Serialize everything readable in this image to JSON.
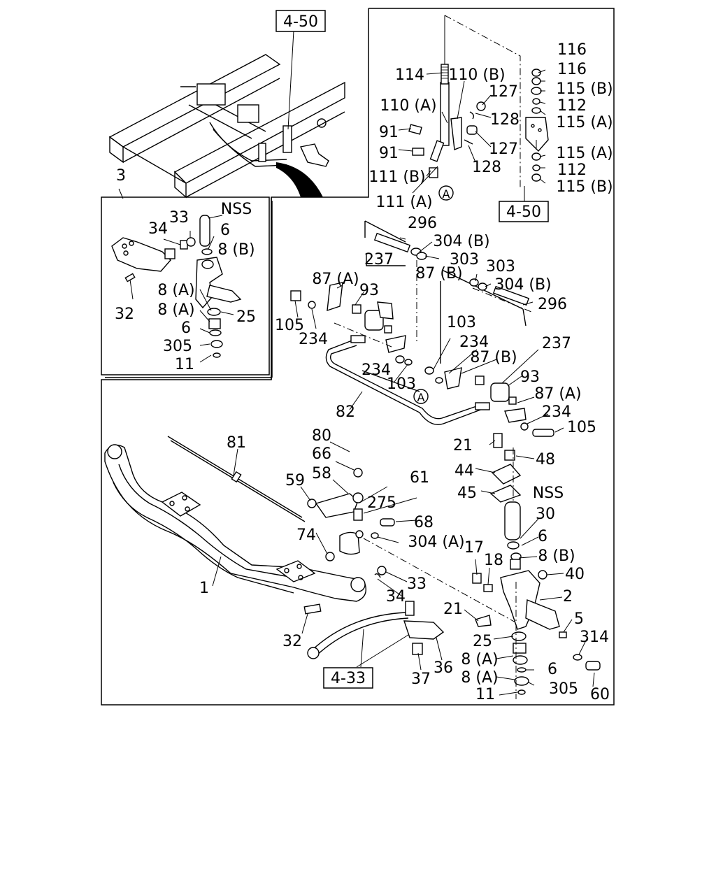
{
  "refs": {
    "ref_top": "4-50",
    "ref_right": "4-50",
    "ref_bottom": "4-33"
  },
  "circle_mark": "A",
  "inset": {
    "number": "3",
    "labels": [
      "33",
      "NSS",
      "34",
      "6",
      "8 (B)",
      "32",
      "8 (A)",
      "25",
      "8 (A)",
      "6",
      "305",
      "11"
    ]
  },
  "labels": {
    "top_right": [
      "116",
      "116",
      "115 (B)",
      "112",
      "115 (A)",
      "115 (A)",
      "112",
      "115 (B)",
      "114",
      "110 (B)",
      "127",
      "110 (A)",
      "128",
      "91",
      "91",
      "127",
      "128",
      "111 (B)",
      "111 (A)"
    ],
    "stabilizer": [
      "296",
      "304 (B)",
      "303",
      "303",
      "304 (B)",
      "296",
      "237",
      "87 (B)",
      "87 (A)",
      "93",
      "105",
      "234",
      "103",
      "234",
      "87 (B)",
      "237",
      "93",
      "234",
      "103",
      "82",
      "87 (A)",
      "234",
      "105"
    ],
    "axle": [
      "81",
      "80",
      "66",
      "21",
      "48",
      "44",
      "45",
      "NSS",
      "59",
      "58",
      "61",
      "275",
      "68",
      "30",
      "6",
      "74",
      "304 (A)",
      "17",
      "18",
      "8 (B)",
      "40",
      "1",
      "33",
      "2",
      "34",
      "21",
      "5",
      "32",
      "25",
      "314",
      "8 (A)",
      "6",
      "37",
      "36",
      "8 (A)",
      "305",
      "60",
      "11"
    ]
  }
}
